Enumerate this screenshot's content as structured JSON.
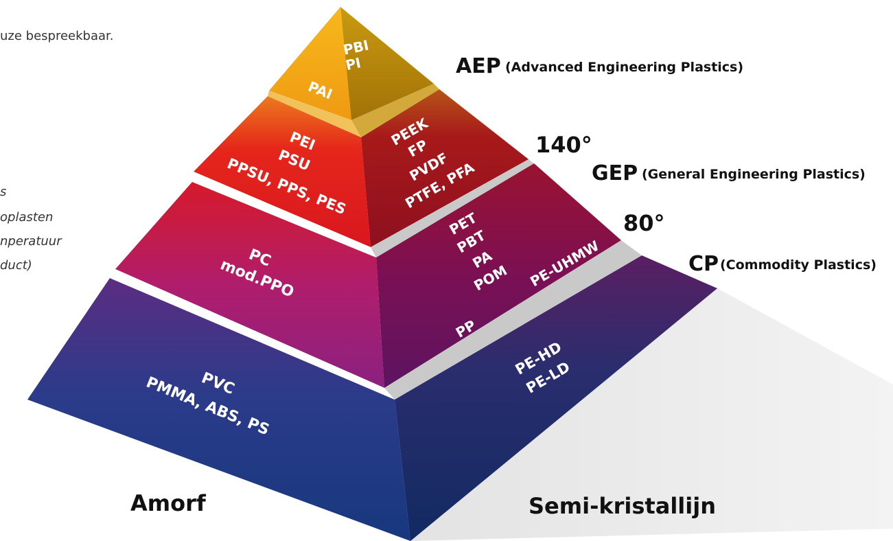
{
  "intro_text": "uze bespreekbaar.",
  "side_note": [
    "s",
    "oplasten",
    "nperatuur",
    "duct)"
  ],
  "tiers": {
    "aep": {
      "abbr": "AEP",
      "name": "(Advanced Engineering Plastics)"
    },
    "gep": {
      "abbr": "GEP",
      "name": "(General Engineering Plastics)"
    },
    "cp": {
      "abbr": "CP",
      "name": "(Commodity Plastics)"
    }
  },
  "temperatures": {
    "high": "140°",
    "low": "80°"
  },
  "footer": {
    "left": "Amorf",
    "right": "Semi-kristallijn"
  },
  "amorphous": {
    "aep": [
      "PBI",
      "PI",
      "PAI"
    ],
    "gep": [
      "PEI",
      "PSU",
      "PPSU, PPS, PES"
    ],
    "cp_upper": [
      "PC",
      "mod.PPO"
    ],
    "cp_lower": [
      "PVC",
      "PMMA, ABS, PS"
    ]
  },
  "semicrystalline": {
    "gep": [
      "PEEK",
      "FP",
      "PVDF",
      "PTFE, PFA"
    ],
    "cp_upper": [
      "PET",
      "PBT",
      "PA",
      "POM",
      "PP"
    ],
    "cp_band": "PE-UHMW",
    "cp_lower": [
      "PE-HD",
      "PE-LD"
    ]
  },
  "colors": {
    "aep_left": "#f4a51a",
    "aep_right": "#b8860b",
    "gep_left": "#e2231a",
    "gep_right": "#a3151b",
    "cp_mid_left": "#b41e6a",
    "cp_mid_right": "#7a1052",
    "cp_base": "#173a80",
    "cp_base_right": "#0f2c66",
    "separator": "#ffffff",
    "text": "#111111"
  }
}
